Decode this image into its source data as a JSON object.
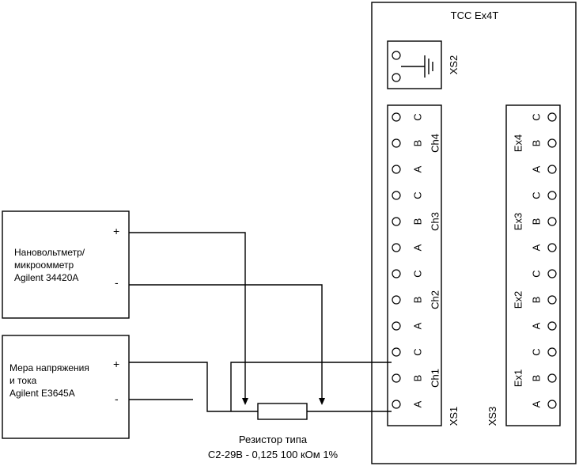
{
  "device": {
    "title": "ТСС Ex4T",
    "xs2_label": "XS2",
    "xs1_label": "XS1",
    "xs3_label": "XS3",
    "ch_labels": [
      "Ch4",
      "Ch3",
      "Ch2",
      "Ch1"
    ],
    "ex_labels": [
      "Ex4",
      "Ex3",
      "Ex2",
      "Ex1"
    ],
    "pin_letters": [
      "C",
      "B",
      "A"
    ]
  },
  "voltmeter": {
    "lines": [
      "Нановольтметр/",
      "микроомметр",
      "Agilent 34420A"
    ],
    "plus": "+",
    "minus": "-"
  },
  "source": {
    "lines": [
      "Мера напряжения",
      "и тока",
      "Agilent E3645A"
    ],
    "plus": "+",
    "minus": "-"
  },
  "resistor": {
    "line1": "Резистор типа",
    "line2": "С2-29В - 0,125 100 кОм  1%"
  }
}
